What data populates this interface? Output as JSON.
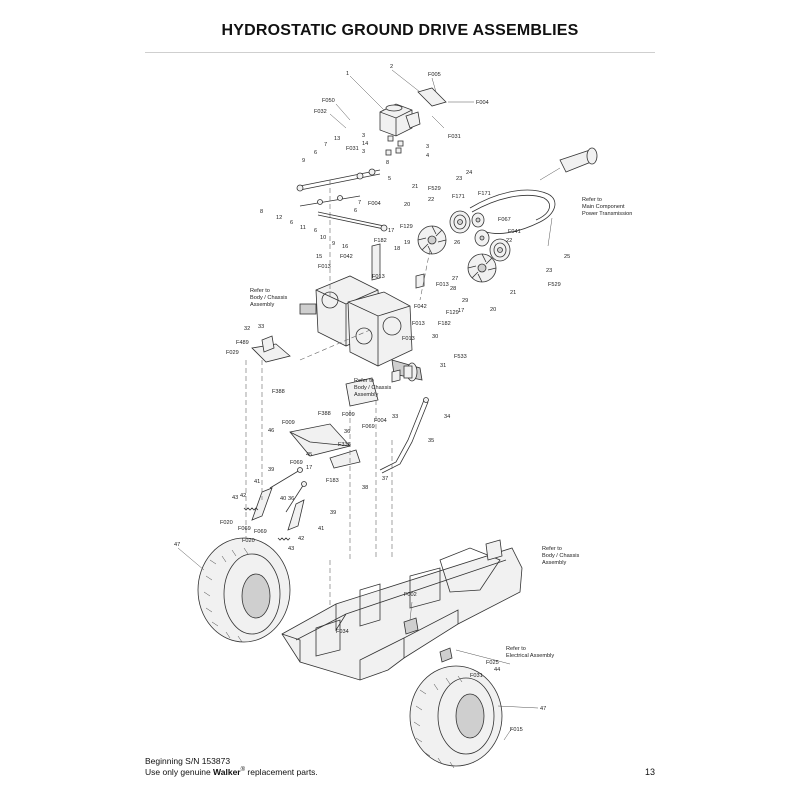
{
  "title": "HYDROSTATIC GROUND DRIVE ASSEMBLIES",
  "footer": {
    "serial": "Beginning S/N 153873",
    "use_prefix": "Use only genuine ",
    "brand": "Walker",
    "reg": "®",
    "use_suffix": " replacement parts.",
    "page_number": "13"
  },
  "notes": {
    "main_component_1": "Refer to",
    "main_component_2": "Main Component",
    "main_component_3": "Power Transmission",
    "body_left_1": "Refer to",
    "body_left_2": "Body / Chassis",
    "body_left_3": "Assembly",
    "body_center_1": "Refer to",
    "body_center_2": "Body / Chassis",
    "body_center_3": "Assembly",
    "body_right_1": "Refer to",
    "body_right_2": "Body / Chassis",
    "body_right_3": "Assembly",
    "electrical_1": "Refer to",
    "electrical_2": "Electrical Assembly"
  },
  "callouts": [
    {
      "id": "c1",
      "text": "1"
    },
    {
      "id": "c2",
      "text": "2"
    },
    {
      "id": "c3",
      "text": "F005"
    },
    {
      "id": "c4",
      "text": "F004"
    },
    {
      "id": "c5",
      "text": "F050"
    },
    {
      "id": "c6",
      "text": "F032"
    },
    {
      "id": "c7",
      "text": "F031"
    },
    {
      "id": "c8",
      "text": "3"
    },
    {
      "id": "c9",
      "text": "14"
    },
    {
      "id": "c10",
      "text": "3"
    },
    {
      "id": "c11",
      "text": "3"
    },
    {
      "id": "c12",
      "text": "4"
    },
    {
      "id": "c13",
      "text": "13"
    },
    {
      "id": "c14",
      "text": "7"
    },
    {
      "id": "c15",
      "text": "F031"
    },
    {
      "id": "c16",
      "text": "6"
    },
    {
      "id": "c17",
      "text": "9"
    },
    {
      "id": "c18",
      "text": "8"
    },
    {
      "id": "c19",
      "text": "5"
    },
    {
      "id": "c20",
      "text": "21"
    },
    {
      "id": "c21",
      "text": "23"
    },
    {
      "id": "c22",
      "text": "24"
    },
    {
      "id": "c23",
      "text": "F529"
    },
    {
      "id": "c24",
      "text": "F171"
    },
    {
      "id": "c25",
      "text": "F171"
    },
    {
      "id": "c26",
      "text": "22"
    },
    {
      "id": "c27",
      "text": "F067"
    },
    {
      "id": "c28",
      "text": "F004"
    },
    {
      "id": "c29",
      "text": "7"
    },
    {
      "id": "c30",
      "text": "6"
    },
    {
      "id": "c31",
      "text": "20"
    },
    {
      "id": "c32",
      "text": "8"
    },
    {
      "id": "c33",
      "text": "12"
    },
    {
      "id": "c34",
      "text": "6"
    },
    {
      "id": "c35",
      "text": "11"
    },
    {
      "id": "c36",
      "text": "6"
    },
    {
      "id": "c37",
      "text": "10"
    },
    {
      "id": "c38",
      "text": "9"
    },
    {
      "id": "c39",
      "text": "F129"
    },
    {
      "id": "c40",
      "text": "F182"
    },
    {
      "id": "c41",
      "text": "17"
    },
    {
      "id": "c42",
      "text": "19"
    },
    {
      "id": "c43",
      "text": "16"
    },
    {
      "id": "c44",
      "text": "18"
    },
    {
      "id": "c45",
      "text": "F041"
    },
    {
      "id": "c46",
      "text": "26"
    },
    {
      "id": "c47",
      "text": "22"
    },
    {
      "id": "c48",
      "text": "25"
    },
    {
      "id": "c49",
      "text": "F042"
    },
    {
      "id": "c50",
      "text": "15"
    },
    {
      "id": "c51",
      "text": "F013"
    },
    {
      "id": "c52",
      "text": "23"
    },
    {
      "id": "c53",
      "text": "F013"
    },
    {
      "id": "c54",
      "text": "27"
    },
    {
      "id": "c55",
      "text": "28"
    },
    {
      "id": "c56",
      "text": "F529"
    },
    {
      "id": "c57",
      "text": "21"
    },
    {
      "id": "c58",
      "text": "F013"
    },
    {
      "id": "c59",
      "text": "29"
    },
    {
      "id": "c60",
      "text": "17"
    },
    {
      "id": "c61",
      "text": "F042"
    },
    {
      "id": "c62",
      "text": "F129"
    },
    {
      "id": "c63",
      "text": "20"
    },
    {
      "id": "c64",
      "text": "F013"
    },
    {
      "id": "c65",
      "text": "F182"
    },
    {
      "id": "c66",
      "text": "32"
    },
    {
      "id": "c67",
      "text": "33"
    },
    {
      "id": "c68",
      "text": "F489"
    },
    {
      "id": "c69",
      "text": "F029"
    },
    {
      "id": "c70",
      "text": "F013"
    },
    {
      "id": "c71",
      "text": "30"
    },
    {
      "id": "c72",
      "text": "F533"
    },
    {
      "id": "c73",
      "text": "31"
    },
    {
      "id": "c74",
      "text": "F388"
    },
    {
      "id": "c75",
      "text": "F388"
    },
    {
      "id": "c76",
      "text": "F009"
    },
    {
      "id": "c77",
      "text": "F004"
    },
    {
      "id": "c78",
      "text": "33"
    },
    {
      "id": "c79",
      "text": "34"
    },
    {
      "id": "c80",
      "text": "F009"
    },
    {
      "id": "c81",
      "text": "46"
    },
    {
      "id": "c82",
      "text": "36"
    },
    {
      "id": "c83",
      "text": "F069"
    },
    {
      "id": "c84",
      "text": "35"
    },
    {
      "id": "c85",
      "text": "45"
    },
    {
      "id": "c86",
      "text": "F336"
    },
    {
      "id": "c87",
      "text": "F069"
    },
    {
      "id": "c88",
      "text": "17"
    },
    {
      "id": "c89",
      "text": "39"
    },
    {
      "id": "c90",
      "text": "F183"
    },
    {
      "id": "c91",
      "text": "37"
    },
    {
      "id": "c92",
      "text": "38"
    },
    {
      "id": "c93",
      "text": "41"
    },
    {
      "id": "c94",
      "text": "40"
    },
    {
      "id": "c95",
      "text": "36"
    },
    {
      "id": "c96",
      "text": "43"
    },
    {
      "id": "c97",
      "text": "42"
    },
    {
      "id": "c98",
      "text": "39"
    },
    {
      "id": "c99",
      "text": "F020"
    },
    {
      "id": "c100",
      "text": "F069"
    },
    {
      "id": "c101",
      "text": "F069"
    },
    {
      "id": "c102",
      "text": "41"
    },
    {
      "id": "c103",
      "text": "F020"
    },
    {
      "id": "c104",
      "text": "42"
    },
    {
      "id": "c105",
      "text": "43"
    },
    {
      "id": "c106",
      "text": "47"
    },
    {
      "id": "c107",
      "text": "F002"
    },
    {
      "id": "c108",
      "text": "F034"
    },
    {
      "id": "c109",
      "text": "F025"
    },
    {
      "id": "c110",
      "text": "44"
    },
    {
      "id": "c111",
      "text": "F031"
    },
    {
      "id": "c112",
      "text": "47"
    },
    {
      "id": "c113",
      "text": "F015"
    }
  ]
}
